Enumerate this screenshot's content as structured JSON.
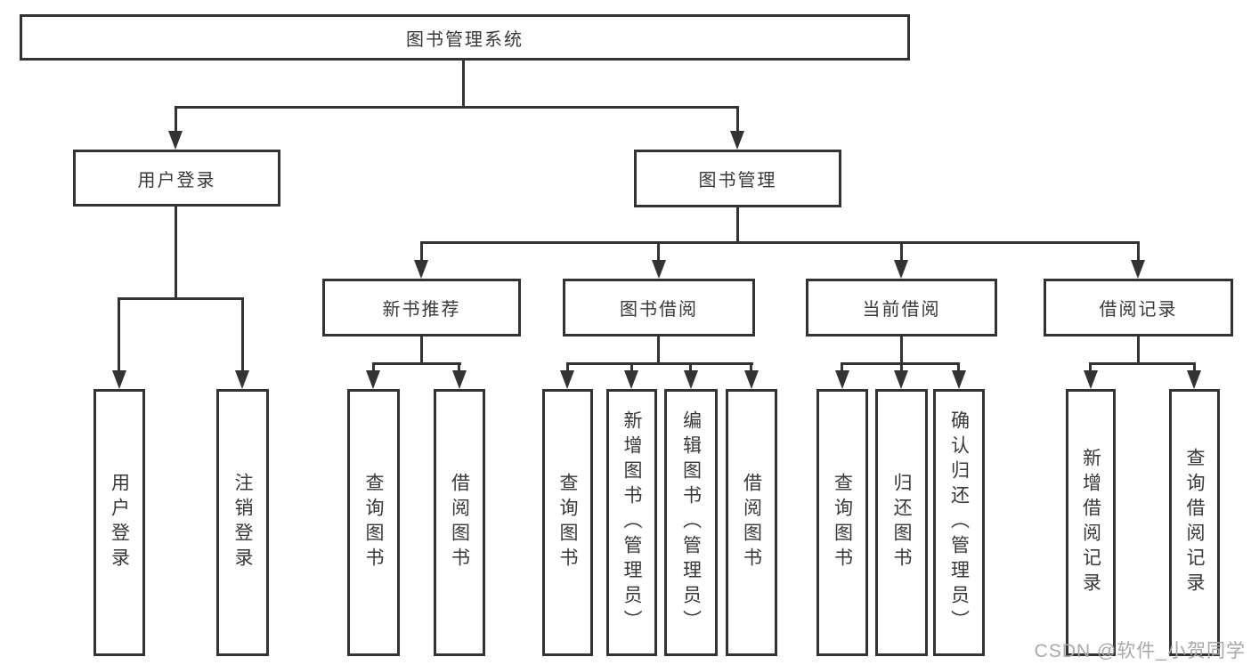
{
  "diagram_type": "functional-structure-tree",
  "colors": {
    "line": "#333333",
    "text": "#383838",
    "box_background": "#ffffff",
    "watermark": "#a8a8a8"
  },
  "tree": {
    "label": "图书管理系统",
    "children": [
      {
        "label": "用户登录",
        "children": [
          {
            "label": "用户登录"
          },
          {
            "label": "注销登录"
          }
        ]
      },
      {
        "label": "图书管理",
        "children": [
          {
            "label": "新书推荐",
            "children": [
              {
                "label": "查询图书"
              },
              {
                "label": "借阅图书"
              }
            ]
          },
          {
            "label": "图书借阅",
            "children": [
              {
                "label": "查询图书"
              },
              {
                "label": "新增图书（管理员）"
              },
              {
                "label": "编辑图书（管理员）"
              },
              {
                "label": "借阅图书"
              }
            ]
          },
          {
            "label": "当前借阅",
            "children": [
              {
                "label": "查询图书"
              },
              {
                "label": "归还图书"
              },
              {
                "label": "确认归还（管理员）"
              }
            ]
          },
          {
            "label": "借阅记录",
            "children": [
              {
                "label": "新增借阅记录"
              },
              {
                "label": "查询借阅记录"
              }
            ]
          }
        ]
      }
    ]
  },
  "watermark": {
    "text": "CSDN @软件_小贺同学"
  }
}
